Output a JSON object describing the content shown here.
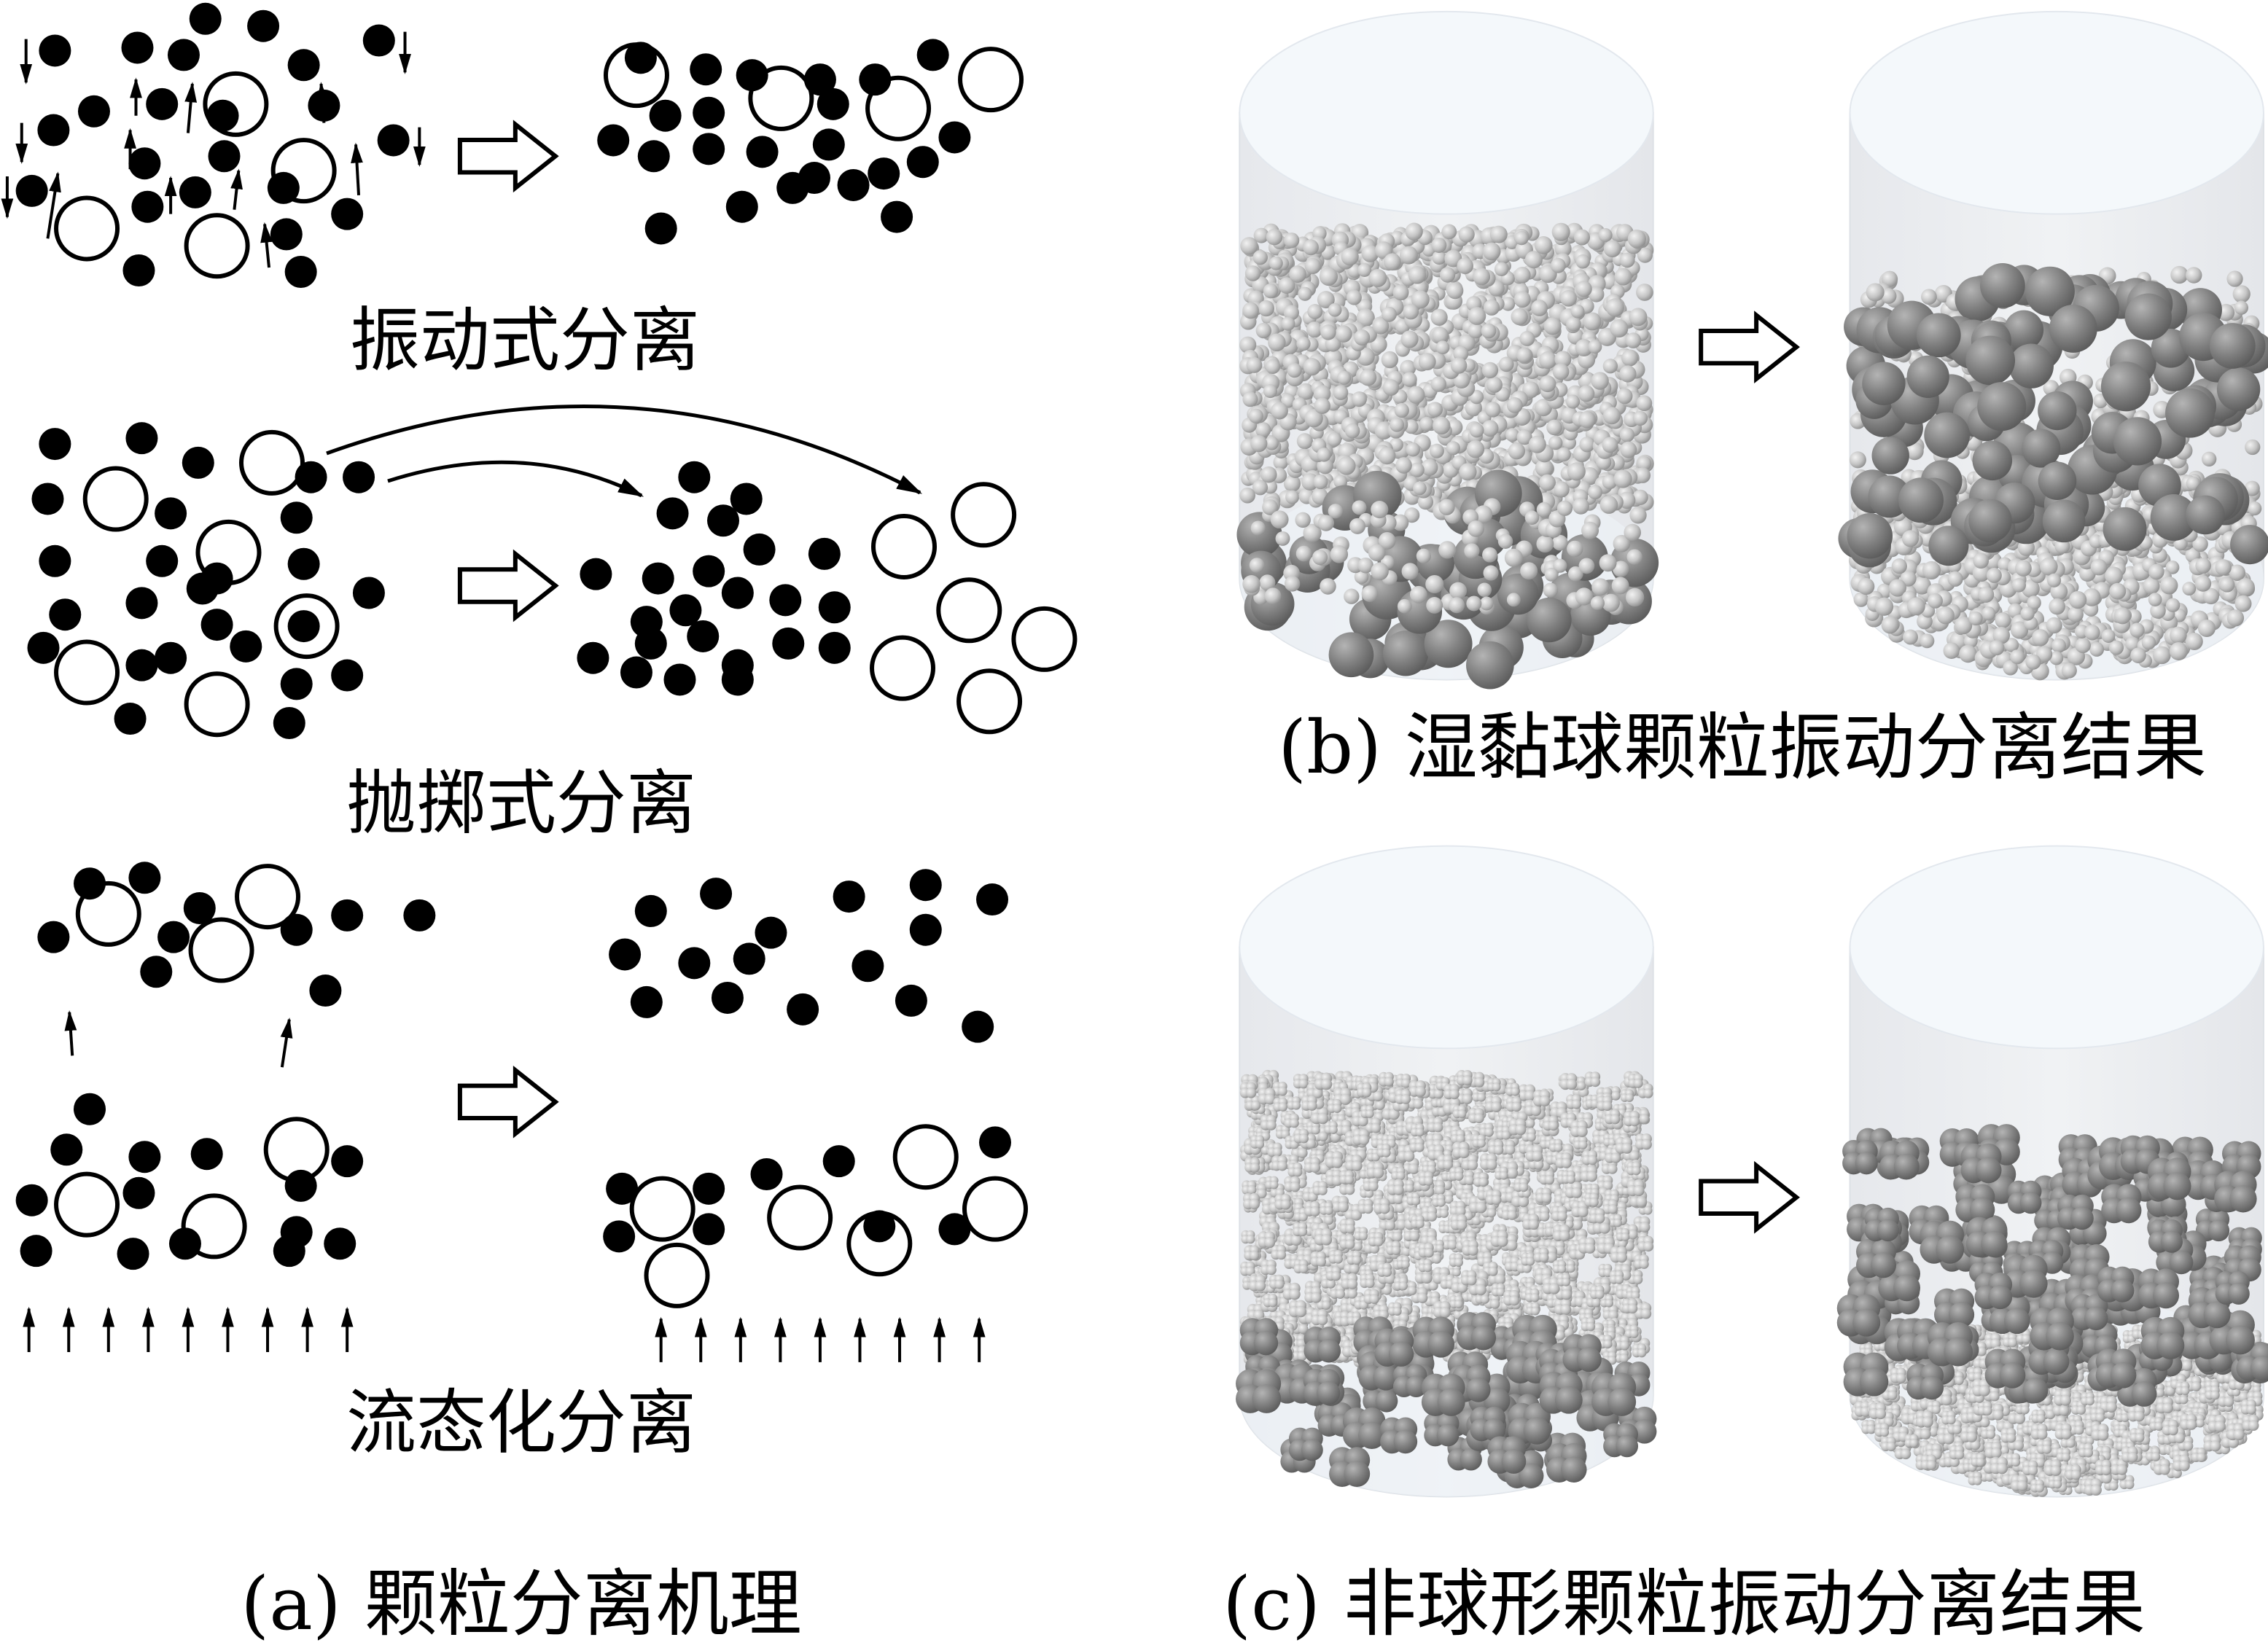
{
  "panel_a": {
    "caption": "(a) 颗粒分离机理",
    "rows": [
      {
        "label": "振动式分离",
        "mechanism": "vibration"
      },
      {
        "label": "抛掷式分离",
        "mechanism": "throwing"
      },
      {
        "label": "流态化分离",
        "mechanism": "fluidization"
      }
    ],
    "legend": {
      "small_particle": "filled black circle",
      "large_particle": "hollow circle"
    }
  },
  "panel_b": {
    "caption": "(b) 湿黏球颗粒振动分离结果",
    "before": "cylinder with large spheres at bottom, small spheres above",
    "after": "cylinder with large spheres on top, small spheres below"
  },
  "panel_c": {
    "caption": "(c) 非球形颗粒振动分离结果",
    "before": "cylinder with large clumped particles at bottom, small particles above",
    "after": "cylinder with large clumped particles on top, small particles below"
  },
  "colors": {
    "ink": "#000000",
    "cylinder_top": "#f4f8fb",
    "cylinder_body": "#eceef1",
    "small_particle": "#c8c8c8",
    "large_particle": "#7f7f7f"
  }
}
